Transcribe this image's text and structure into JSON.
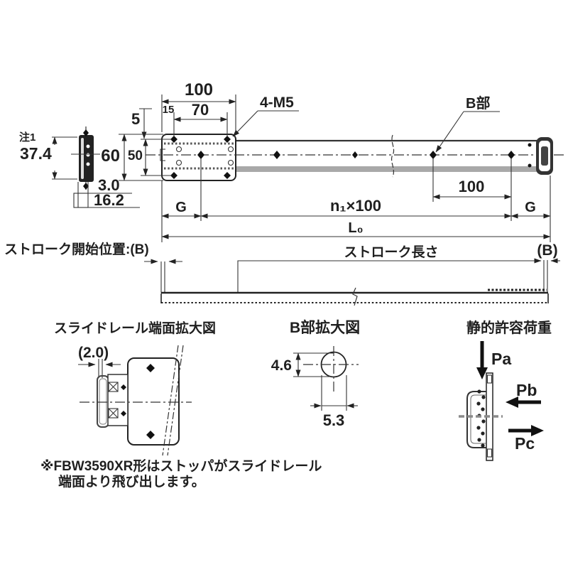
{
  "colors": {
    "ink": "#1f1f1f",
    "gray": "#999999",
    "background": "#ffffff"
  },
  "main_view": {
    "note_ref": "注1",
    "dim_rail_height": "37.4",
    "dim_foot_thickness": "3.0",
    "dim_foot_width": "16.2",
    "dim_plate_height": "60",
    "dim_hole_v_pitch": "50",
    "dim_edge_offset": "5",
    "dim_plate_width": "100",
    "dim_hole_left_offset": "15",
    "dim_hole_h_pitch": "70",
    "label_tapped_holes": "4-M5",
    "label_b_section": "B部",
    "dim_hole_pitch_right": "100",
    "dim_g_left": "G",
    "dim_pitch_run": "n₁×100",
    "dim_g_right": "G",
    "dim_overall_length": "L₀"
  },
  "stroke_view": {
    "start_position_label": "ストローク開始位置:(B)",
    "stroke_length_label": "ストローク長さ",
    "end_marker": "(B)"
  },
  "end_face_view": {
    "title": "スライドレール端面拡大図",
    "dim_clearance": "(2.0)"
  },
  "b_detail_view": {
    "title": "B部拡大図",
    "dim_height": "4.6",
    "dim_width": "5.3"
  },
  "load_view": {
    "title": "静的許容荷重",
    "load_a": "Pa",
    "load_b": "Pb",
    "load_c": "Pc"
  },
  "footnote": {
    "line1": "※FBW3590XR形はストッパがスライドレール",
    "line2": "端面より飛び出します。"
  }
}
